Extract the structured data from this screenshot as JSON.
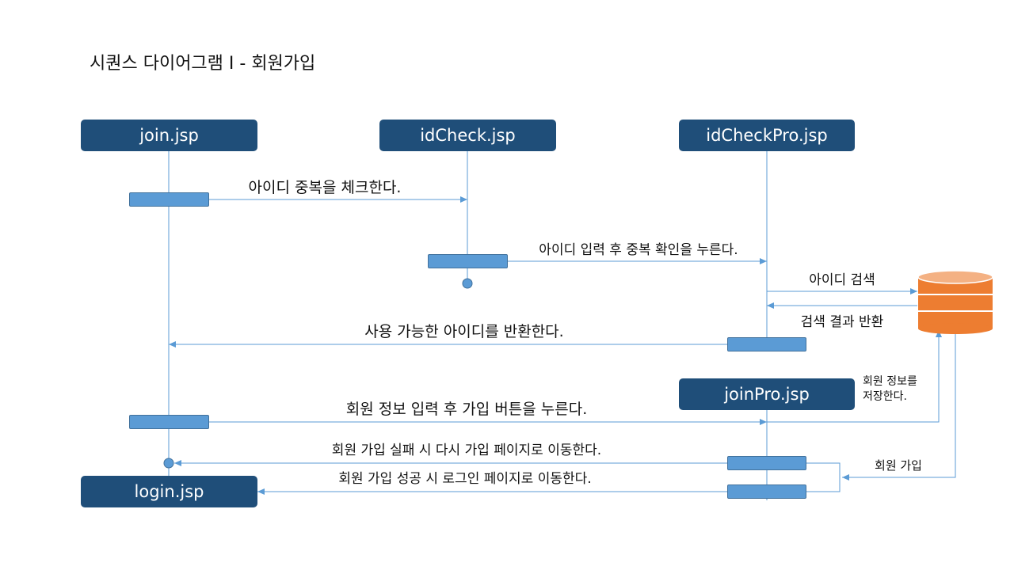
{
  "title": "시퀀스 다이어그램  I  - 회원가입",
  "colors": {
    "actor_fill": "#1f4e79",
    "activation_fill": "#5b9bd5",
    "arrow": "#5b9bd5",
    "database": "#ed7d31"
  },
  "actors": {
    "join": "join.jsp",
    "idcheck": "idCheck.jsp",
    "idcheckpro": "idCheckPro.jsp",
    "joinpro": "joinPro.jsp",
    "login": "login.jsp"
  },
  "messages": {
    "m1": "아이디 중복을 체크한다.",
    "m2": "아이디 입력 후 중복 확인을 누른다.",
    "m3": "아이디 검색",
    "m4": "검색 결과 반환",
    "m5": "사용 가능한 아이디를 반환한다.",
    "m6": "회원 정보 입력 후 가입 버튼을 누른다.",
    "m7": "회원 가입 실패 시 다시 가입 페이지로 이동한다.",
    "m8": "회원 가입 성공 시 로그인 페이지로 이동한다.",
    "m9": "회원 가입"
  },
  "notes": {
    "save_line1": "회원 정보를",
    "save_line2": "저장한다."
  },
  "database_icon": "database-icon"
}
